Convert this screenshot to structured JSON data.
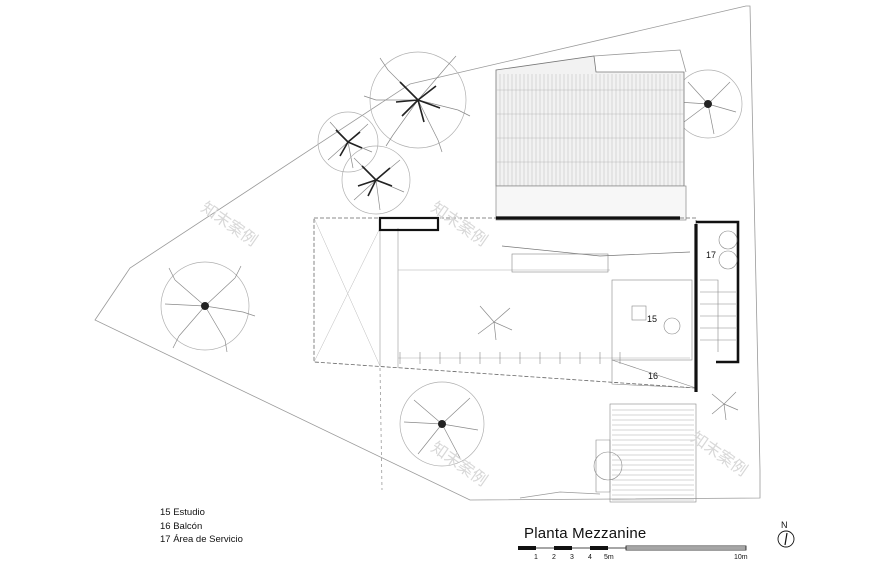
{
  "legend": [
    {
      "label": "15 Estudio"
    },
    {
      "label": "16 Balcón"
    },
    {
      "label": "17 Área de Servicio"
    }
  ],
  "rooms": [
    {
      "number": "15"
    },
    {
      "number": "16"
    },
    {
      "number": "17"
    }
  ],
  "title": "Planta Mezzanine",
  "scale_bar": {
    "ticks": [
      "1",
      "2",
      "3",
      "4",
      "5m",
      "10m"
    ]
  },
  "north": {
    "label": "N"
  }
}
